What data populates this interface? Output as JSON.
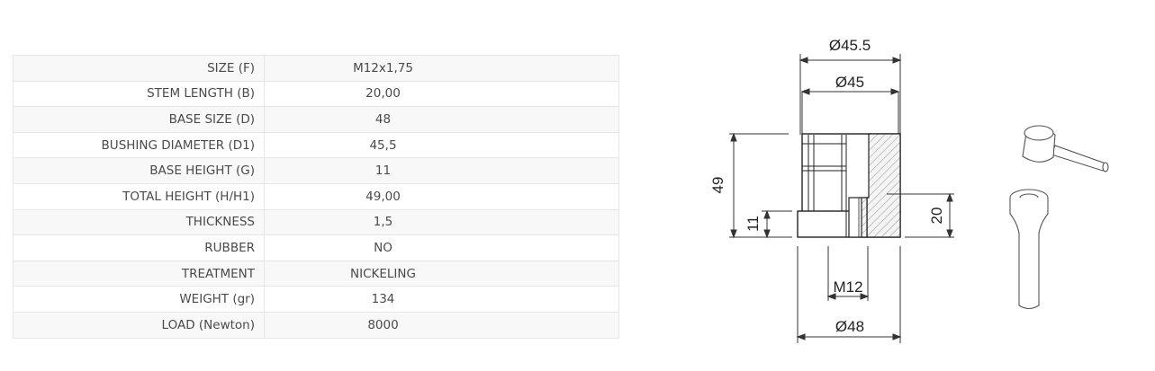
{
  "specs": [
    {
      "label": "SIZE (F)",
      "value": "M12x1,75"
    },
    {
      "label": "STEM LENGTH (B)",
      "value": "20,00"
    },
    {
      "label": "BASE SIZE (D)",
      "value": "48"
    },
    {
      "label": "BUSHING DIAMETER (D1)",
      "value": "45,5"
    },
    {
      "label": "BASE HEIGHT (G)",
      "value": "11"
    },
    {
      "label": "TOTAL HEIGHT (H/H1)",
      "value": "49,00"
    },
    {
      "label": "THICKNESS",
      "value": "1,5"
    },
    {
      "label": "RUBBER",
      "value": "NO"
    },
    {
      "label": "TREATMENT",
      "value": "NICKELING"
    },
    {
      "label": "WEIGHT (gr)",
      "value": "134"
    },
    {
      "label": "LOAD (Newton)",
      "value": "8000"
    }
  ],
  "drawing": {
    "dim_top_outer": "Ø45.5",
    "dim_top_inner": "Ø45",
    "dim_total_height": "49",
    "dim_base_height": "11",
    "dim_stem": "20",
    "dim_thread": "M12",
    "dim_base": "Ø48"
  }
}
